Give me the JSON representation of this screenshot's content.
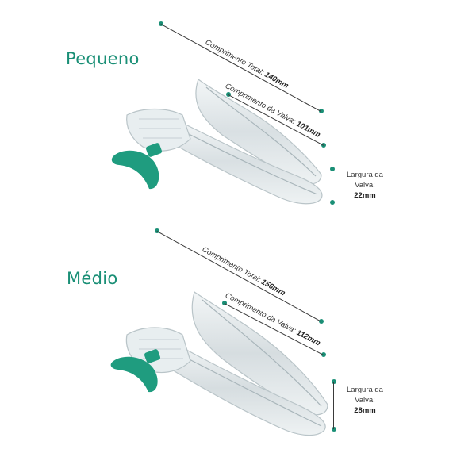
{
  "sizes": {
    "small": {
      "title": "Pequeno",
      "total_label": "Comprimento Total:",
      "total_value": "140mm",
      "valve_label": "Comprimento da Valva:",
      "valve_value": "101mm",
      "width_label_1": "Largura da",
      "width_label_2": "Valva:",
      "width_value": "22mm"
    },
    "medium": {
      "title": "Médio",
      "total_label": "Comprimento Total:",
      "total_value": "156mm",
      "valve_label": "Comprimento da Valva:",
      "valve_value": "112mm",
      "width_label_1": "Largura da",
      "width_label_2": "Valva:",
      "width_value": "28mm"
    }
  },
  "colors": {
    "accent": "#1a8f76",
    "handle": "#1f9c7f",
    "line": "#3a3a3a"
  },
  "icons": {
    "product": "speculum-illustration"
  }
}
